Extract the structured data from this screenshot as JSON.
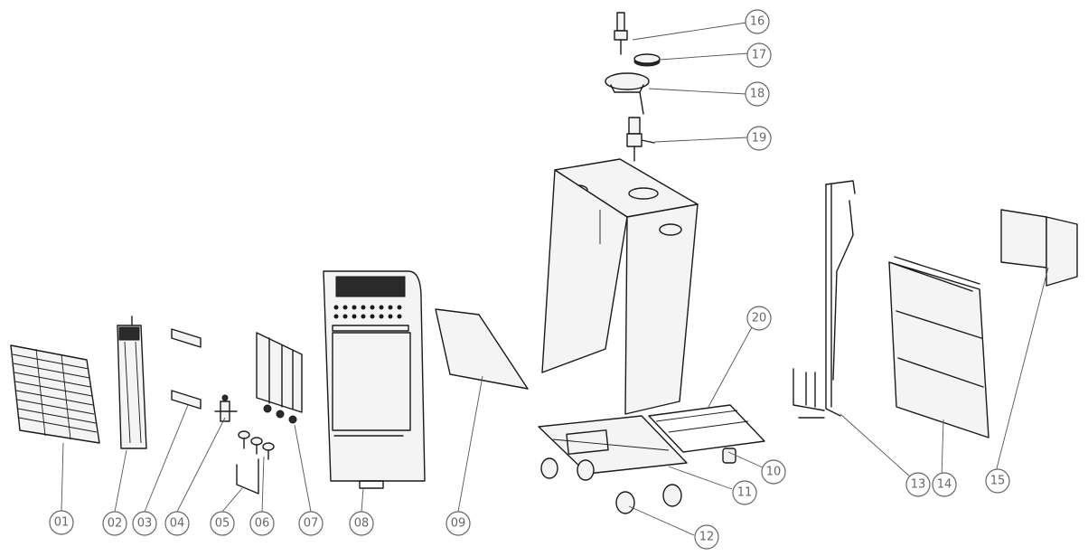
{
  "callouts": [
    {
      "id": "01",
      "label": "01"
    },
    {
      "id": "02",
      "label": "02"
    },
    {
      "id": "03",
      "label": "03"
    },
    {
      "id": "04",
      "label": "04"
    },
    {
      "id": "05",
      "label": "05"
    },
    {
      "id": "06",
      "label": "06"
    },
    {
      "id": "07",
      "label": "07"
    },
    {
      "id": "08",
      "label": "08"
    },
    {
      "id": "09",
      "label": "09"
    },
    {
      "id": "10",
      "label": "10"
    },
    {
      "id": "11",
      "label": "11"
    },
    {
      "id": "12",
      "label": "12"
    },
    {
      "id": "13",
      "label": "13"
    },
    {
      "id": "14",
      "label": "14"
    },
    {
      "id": "15",
      "label": "15"
    },
    {
      "id": "16",
      "label": "16"
    },
    {
      "id": "17",
      "label": "17"
    },
    {
      "id": "18",
      "label": "18"
    },
    {
      "id": "19",
      "label": "19"
    },
    {
      "id": "20",
      "label": "20"
    }
  ]
}
